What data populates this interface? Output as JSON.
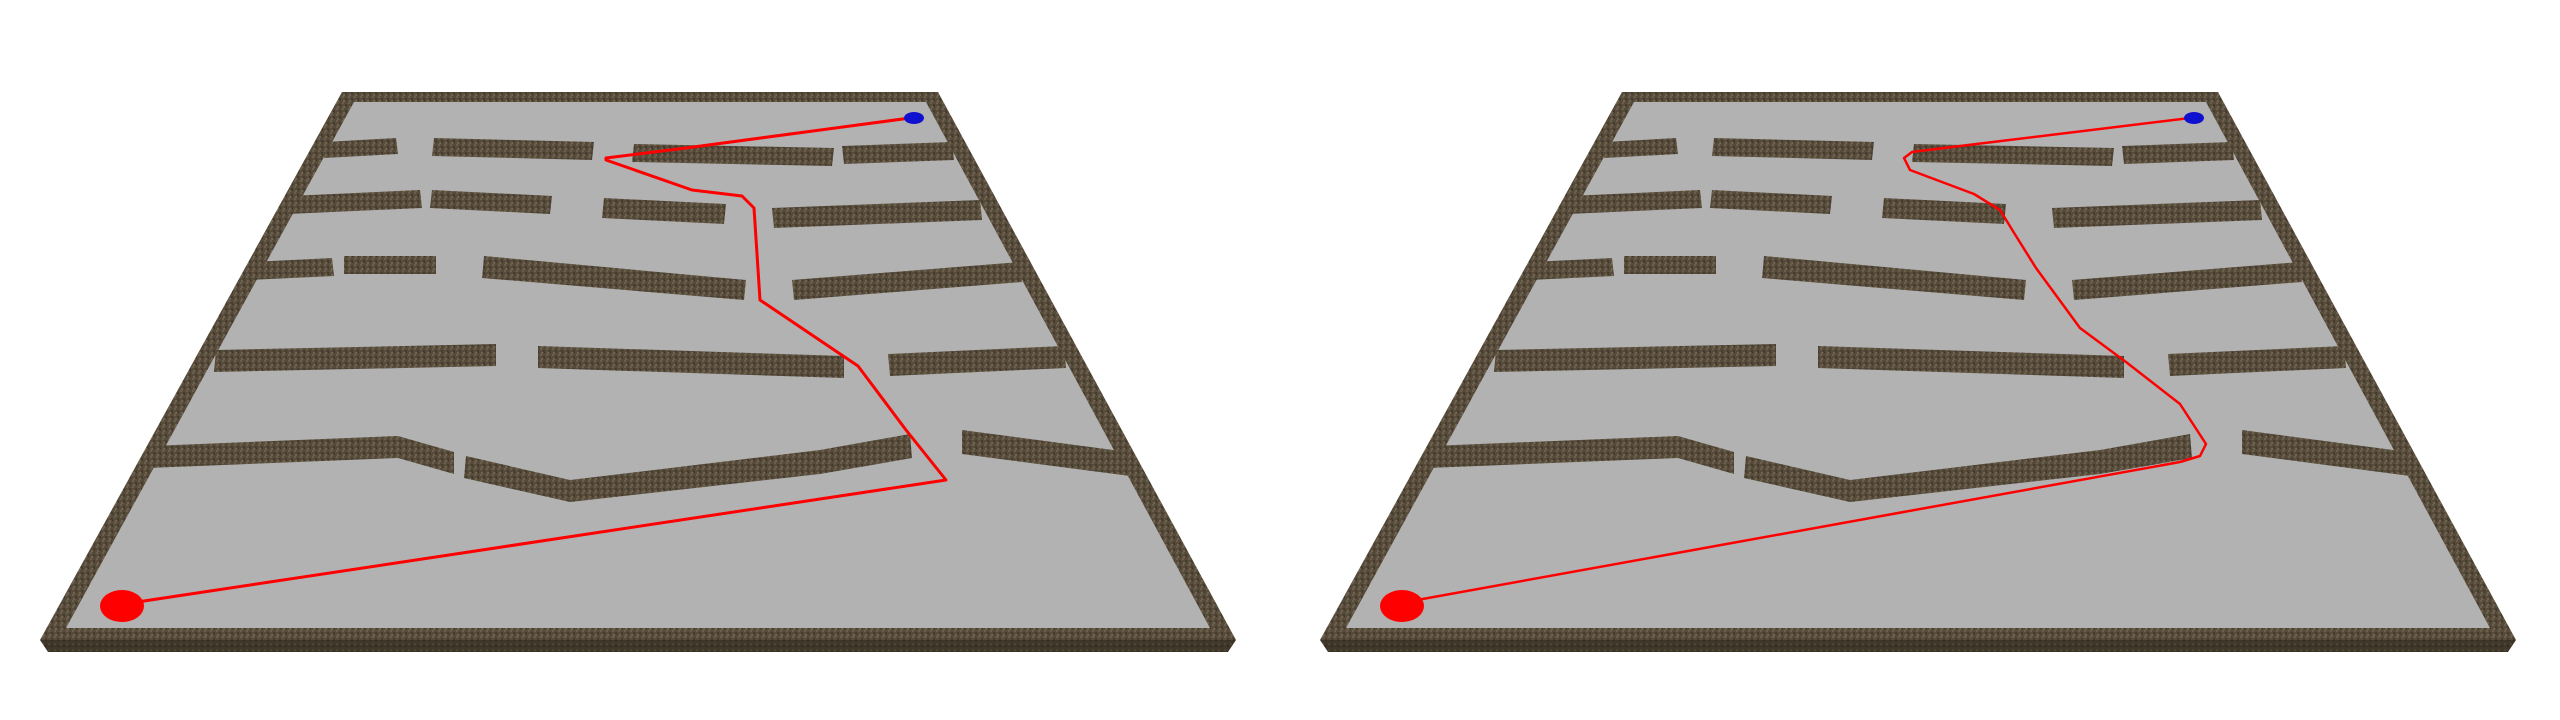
{
  "colors": {
    "background": "#ffffff",
    "floor": "#b2b2b2",
    "wall_top": "#5a5040",
    "wall_side": "#3e3528",
    "wall_front": "#6b604c",
    "path": "#ff0000",
    "start_marker": "#ff0000",
    "goal_marker": "#1010d0"
  },
  "panels": [
    {
      "name": "left-maze-panel",
      "description_id": "panel-left"
    },
    {
      "name": "right-maze-panel",
      "description_id": "panel-right"
    }
  ]
}
